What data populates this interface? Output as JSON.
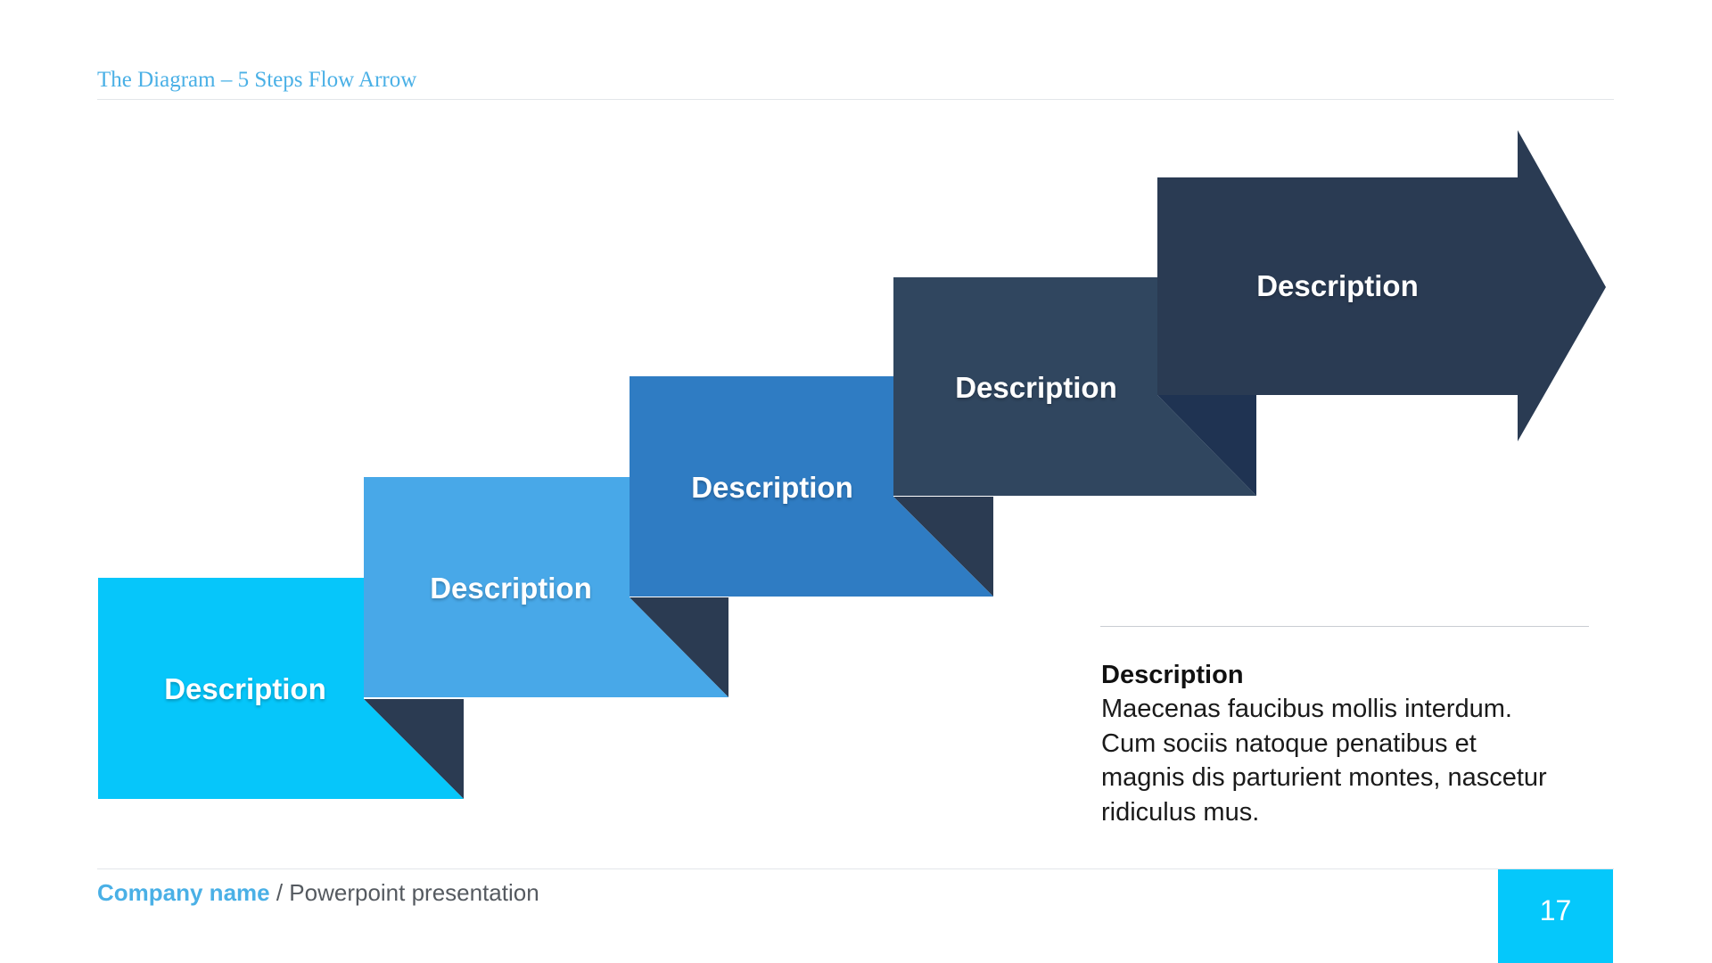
{
  "header": {
    "title": "The Diagram – 5 Steps Flow Arrow"
  },
  "steps": [
    {
      "label": "Description",
      "color": "#06c6fa",
      "shadow": "#2b3b52"
    },
    {
      "label": "Description",
      "color": "#48a8e8",
      "shadow": "#2b3b52"
    },
    {
      "label": "Description",
      "color": "#2f7cc3",
      "shadow": "#2b3b52"
    },
    {
      "label": "Description",
      "color": "#30465f",
      "shadow": "#1f3352"
    },
    {
      "label": "Description",
      "color": "#2a3b53",
      "shadow": "#1f3352"
    }
  ],
  "description": {
    "title": "Description",
    "body_lines": [
      "Maecenas faucibus mollis interdum.",
      "Cum sociis natoque penatibus et",
      "magnis dis parturient montes, nascetur",
      "ridiculus mus."
    ]
  },
  "footer": {
    "company": "Company name",
    "separator": " / ",
    "subtitle": "Powerpoint presentation",
    "page_number": "17"
  },
  "colors": {
    "accent": "#4ab0e6",
    "badge": "#05c8fb"
  }
}
